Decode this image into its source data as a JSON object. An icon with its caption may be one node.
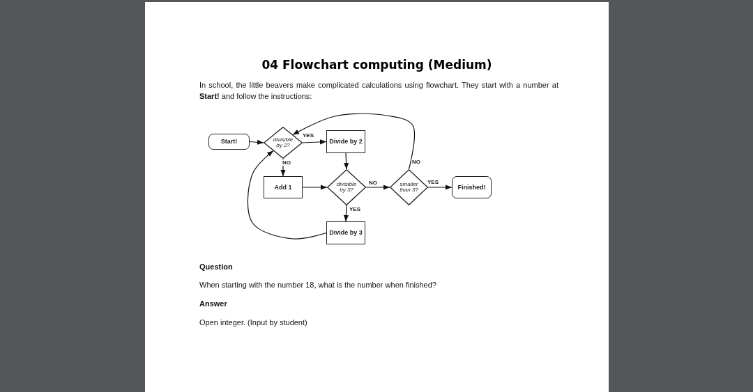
{
  "diagram": {
    "title": "04 Flowchart computing (Medium)",
    "nodes": [
      {
        "text": [
          "Start!"
        ]
      },
      {
        "text": [
          "divisible by 2?"
        ]
      },
      {
        "text": [
          "Divide by 2"
        ]
      },
      {
        "text": [
          "Add 1"
        ]
      },
      {
        "text": [
          "divisible by 3?"
        ]
      },
      {
        "text": [
          "Divide by 3"
        ]
      },
      {
        "text": [
          "smaller than 3?"
        ]
      },
      {
        "text": [
          "Finished!"
        ]
      }
    ],
    "edges": [
      {
        "from": 0,
        "to": 1,
        "arrow": "to"
      },
      {
        "from": 1,
        "to": 2,
        "arrow": "to",
        "label": "YES"
      },
      {
        "from": 1,
        "to": 3,
        "arrow": "to",
        "label": "NO"
      },
      {
        "from": 2,
        "to": 4,
        "arrow": "to"
      },
      {
        "from": 3,
        "to": 4,
        "arrow": "to"
      },
      {
        "from": 4,
        "to": 6,
        "arrow": "to",
        "label": "NO"
      },
      {
        "from": 4,
        "to": 5,
        "arrow": "to",
        "label": "YES"
      },
      {
        "from": 6,
        "to": 7,
        "arrow": "to",
        "label": "YES"
      },
      {
        "from": 6,
        "to": 1,
        "arrow": "to",
        "label": "NO"
      },
      {
        "from": 5,
        "to": 1,
        "arrow": "to"
      }
    ],
    "labels": [
      "In school, the little beavers make complicated calculations using flowchart. They start with a number at **Start!** and follow the instructions:",
      "Question",
      "When starting with the number 18, what is the number when finished?",
      "Answer",
      "Open integer. (Input by student)"
    ]
  }
}
